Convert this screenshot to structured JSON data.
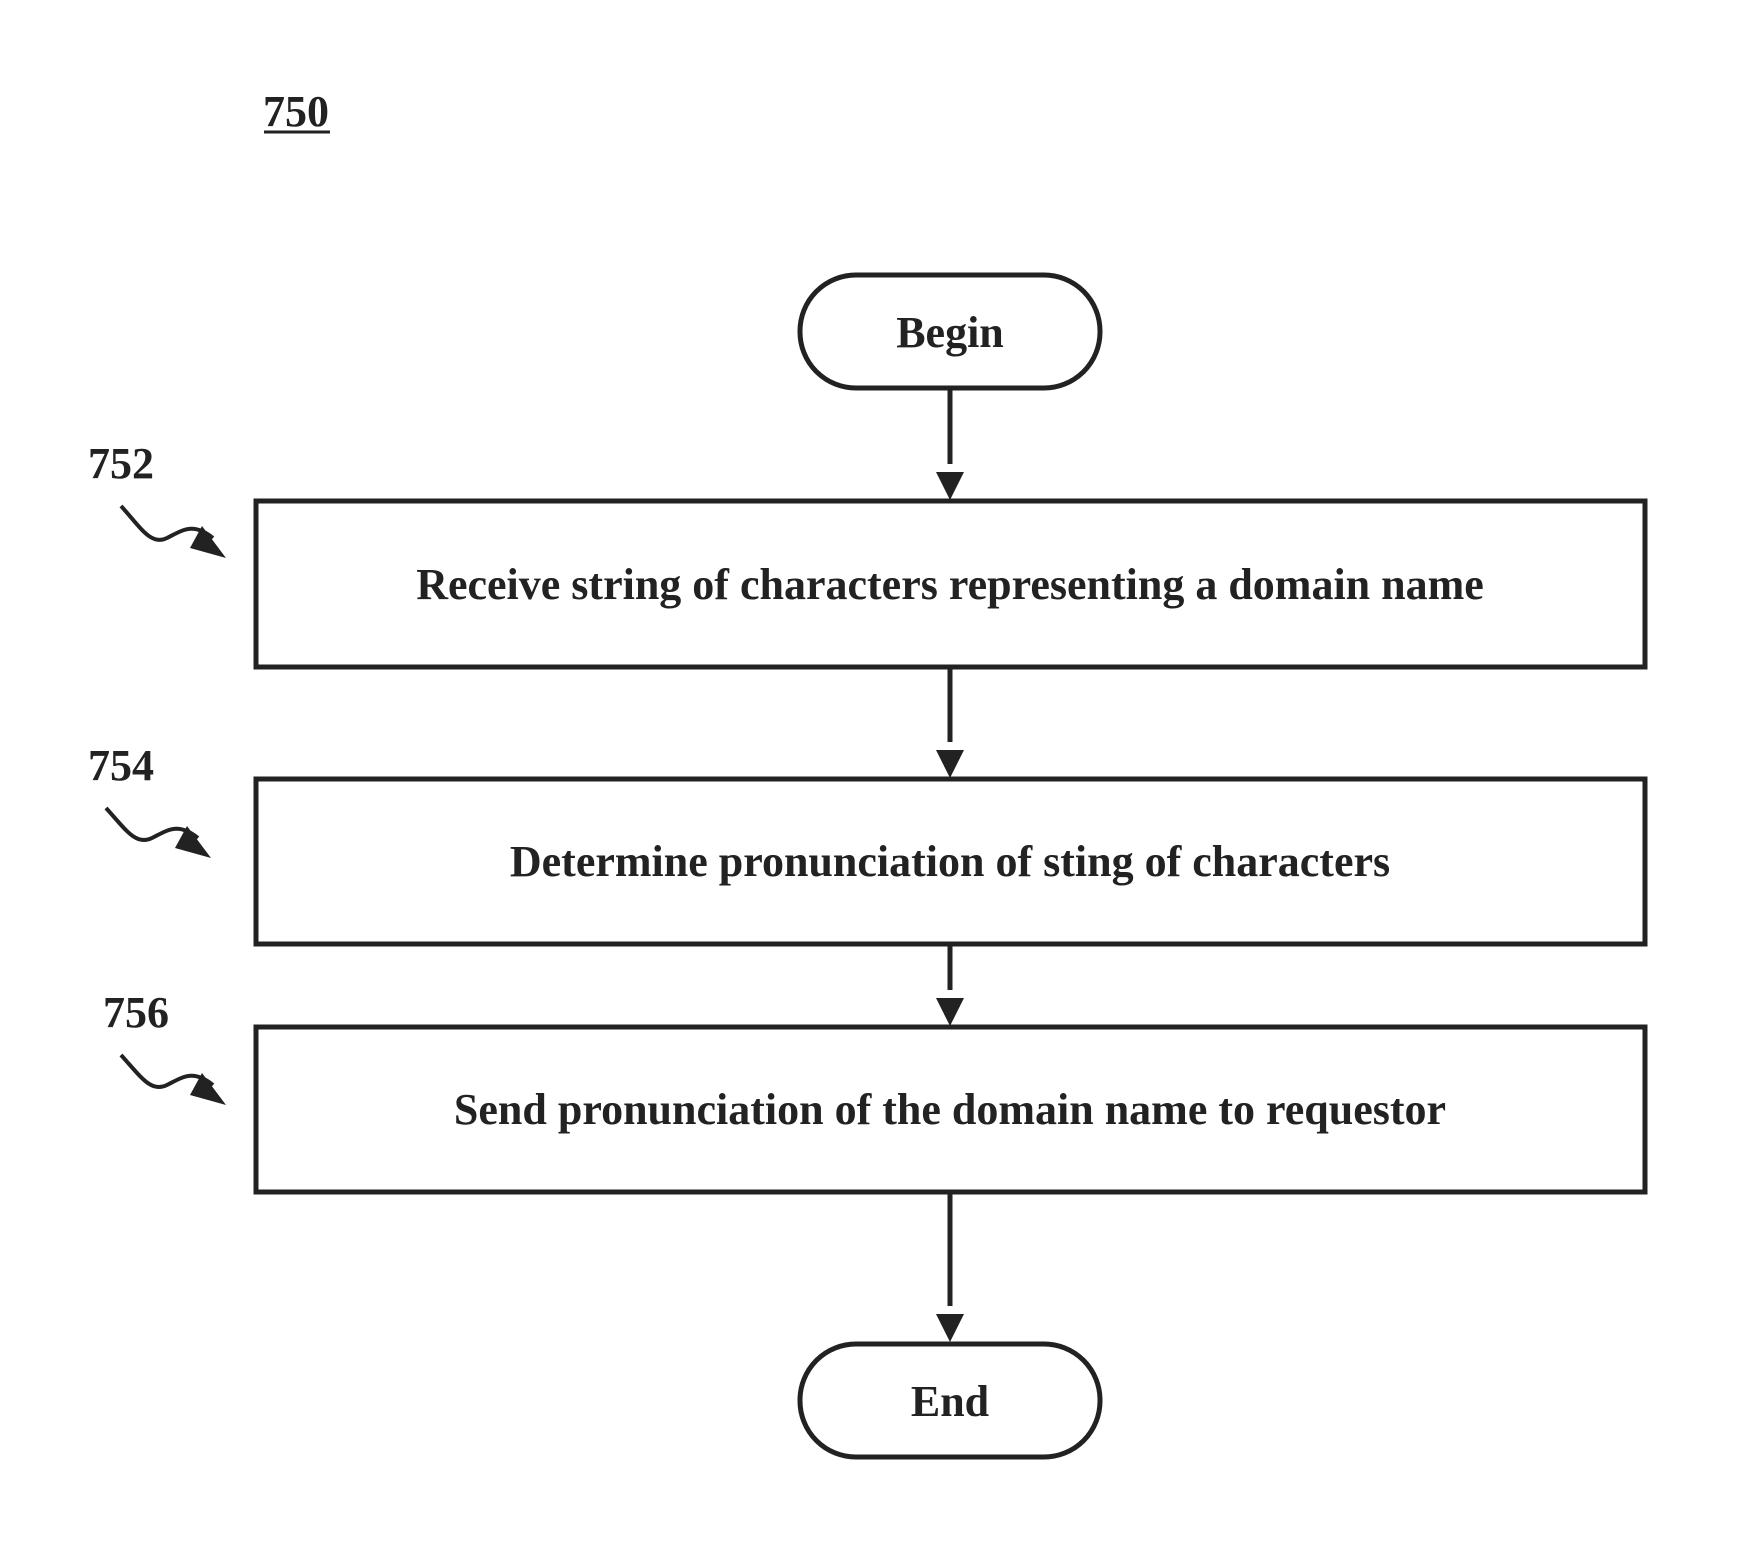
{
  "figure": {
    "number": "750"
  },
  "nodes": {
    "begin": {
      "label": "Begin"
    },
    "step_752": {
      "ref": "752",
      "label": "Receive string of characters representing a domain name"
    },
    "step_754": {
      "ref": "754",
      "label": "Determine pronunciation of sting of characters"
    },
    "step_756": {
      "ref": "756",
      "label": "Send pronunciation of the domain name to requestor"
    },
    "end": {
      "label": "End"
    }
  },
  "colors": {
    "stroke": "#222222",
    "background": "#ffffff"
  }
}
